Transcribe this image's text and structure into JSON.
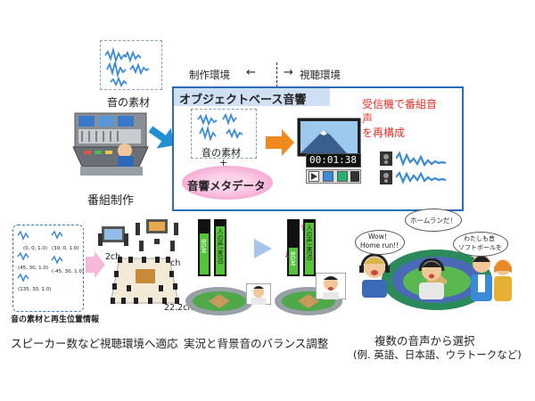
{
  "top": {
    "sound_material_label": "音の素材",
    "production_label": "番組制作",
    "production_env": "制作環境",
    "viewing_env": "視聴環境",
    "object_audio_title": "オブジェクトベース音響",
    "inner_sound_material": "音の素材",
    "plus": "+",
    "metadata_label": "音響メタデータ",
    "receiver_note_line1": "受信機で番組音",
    "receiver_note_line2": "声",
    "receiver_note_line3": "を再構成",
    "time_display": "00:01:38"
  },
  "bottom_left": {
    "coords": [
      "(0, 0, 1.0)",
      "(30, 0, 1.0)",
      "(45, 30, 1.0)",
      "(-45, 30, 1.0)",
      "(135, 30, 1.0)"
    ],
    "caption_box": "音の素材と再生位置情報",
    "ch2": "2ch",
    "ch51": "5.1ch",
    "ch222": "22.2ch",
    "caption": "スピーカー数など視聴環境へ適応"
  },
  "bottom_mid": {
    "bgm": "BGM",
    "commentary": "人の声(実況)",
    "caption": "実況と背景音のバランス調整"
  },
  "bottom_right": {
    "bubble_en_line1": "Wow！",
    "bubble_en_line2": "Home run!!",
    "bubble_jp": "ホームランだ！",
    "bubble_talk_line1": "わたしも昔",
    "bubble_talk_line2": "ソフトボールを",
    "caption_line1": "複数の音声から選択",
    "caption_line2": "(例. 英語、日本語、ウラトークなど)"
  },
  "colors": {
    "arrow_blue": "#1f8fd6",
    "arrow_orange": "#f08a1e",
    "title_bar": "#cfe0f4",
    "red_text": "#e8312a",
    "pink": "#f06cb4",
    "wave_blue": "#3a8ad8",
    "box_border": "#2b6bb8"
  }
}
